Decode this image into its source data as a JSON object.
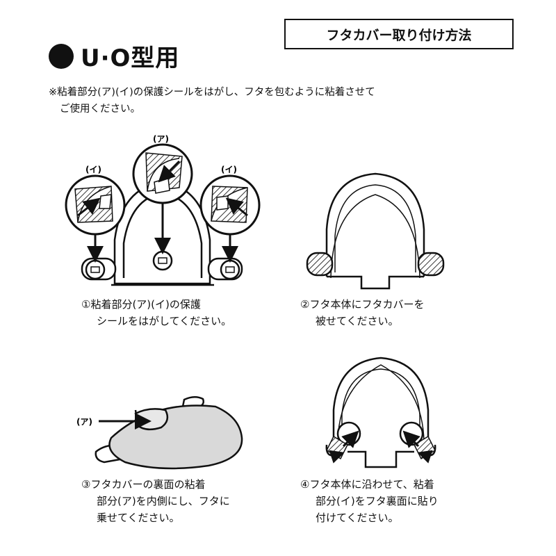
{
  "header": {
    "box_title": "フタカバー取り付け方法",
    "model_heading": "U·O型用"
  },
  "note": {
    "line1": "※粘着部分(ア)(イ)の保護シールをはがし、フタを包むように粘着させて",
    "line2": "ご使用ください。"
  },
  "figure_labels": {
    "a": "(ア)",
    "i": "(イ)"
  },
  "steps": [
    {
      "lines": [
        "①粘着部分(ア)(イ)の保護",
        "シールをはがしてください。"
      ]
    },
    {
      "lines": [
        "②フタ本体にフタカバーを",
        "被せてください。"
      ]
    },
    {
      "lines": [
        "③フタカバーの裏面の粘着",
        "部分(ア)を内側にし、フタに",
        "乗せてください。"
      ]
    },
    {
      "lines": [
        "④フタ本体に沿わせて、粘着",
        "部分(イ)をフタ裏面に貼り",
        "付けてください。"
      ]
    }
  ]
}
